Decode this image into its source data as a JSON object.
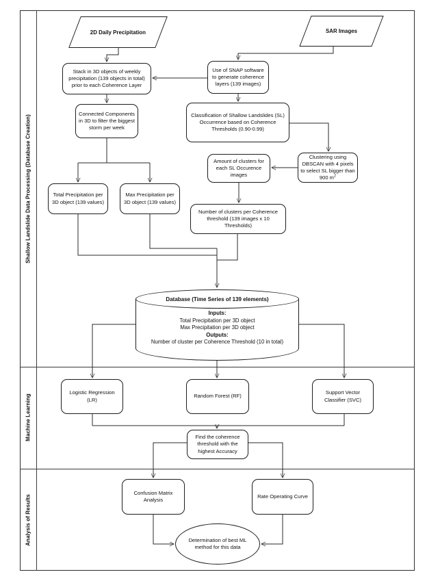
{
  "sections": [
    {
      "label": "Shallow Landslide Data Processing (Database Creation)"
    },
    {
      "label": "Machine Learning"
    },
    {
      "label": "Analysis of Results"
    }
  ],
  "nodes": {
    "daily_precip": "2D Daily Precipitation",
    "sar_images": "SAR Images",
    "stack_3d": "Stack in 3D objects of weekly precipitation (139 objects in total) prior to each Coherence Layer",
    "snap": "Use of SNAP software to generate coherence layers (139 images)",
    "connected_components": "Connected Components in 3D to filter the biggest storm per week",
    "classification": "Classification of Shallow Landslides (SL) Occurrence based on Coherence Thresholds (0.90-0.99)",
    "clustering_main": "Clustering using DBSCAN with 4 pixels to select SL bigger than 900 m",
    "clustering_sup": "2",
    "amount_clusters": "Amount of clusters for each SL Occurence images",
    "number_clusters": "Number of clusters per Coherence threshold (139 images x 10 Thresholds)",
    "total_precip": "Total Precipitation per 3D object (139 values)",
    "max_precip": "Max Precipitation per 3D object (139 values)",
    "logistic_regression": "Logistic Regression (LR)",
    "random_forest": "Random Forest (RF)",
    "svc": "Support Vector Classifier (SVC)",
    "find_threshold": "Find the coherence threshold with the highest Accuracy",
    "confusion_matrix": "Confusion Matrix Analysis",
    "rate_operating_curve": "Rate Operating Curve",
    "determination": "Determination of best ML method for this data"
  },
  "database": {
    "title": "Database (Time Series of 139 elements)",
    "inputs_label": "Inputs:",
    "input_1": "Total Precipitation per 3D object",
    "input_2": "Max Precipitation per 3D object",
    "outputs_label": "Outputs:",
    "output_1": "Number of cluster per Coherence Threshold (10 in total)"
  },
  "colors": {
    "line": "#1c1c1c",
    "background": "#ffffff"
  }
}
